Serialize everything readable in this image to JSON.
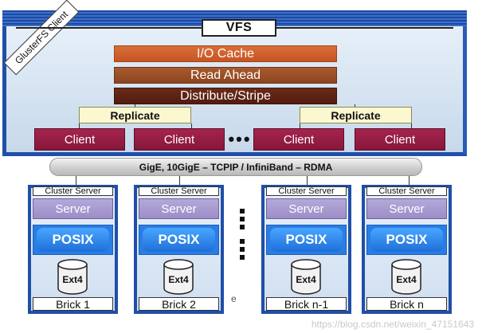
{
  "client_panel": {
    "label": "GlusterFS Client"
  },
  "vfs": "VFS",
  "layers": {
    "io_cache": "I/O Cache",
    "read_ahead": "Read Ahead",
    "distribute": "Distribute/Stripe"
  },
  "replicate": [
    "Replicate",
    "Replicate"
  ],
  "clients": [
    "Client",
    "Client",
    "Client",
    "Client"
  ],
  "ellipsis": "•••",
  "network": "GigE, 10GigE – TCPIP / InfiniBand – RDMA",
  "stacks": [
    {
      "cluster_server": "Cluster Server",
      "server": "Server",
      "posix": "POSIX",
      "fs": "Ext4",
      "brick": "Brick 1"
    },
    {
      "cluster_server": "Cluster Server",
      "server": "Server",
      "posix": "POSIX",
      "fs": "Ext4",
      "brick": "Brick 2"
    },
    {
      "cluster_server": "Cluster Server",
      "server": "Server",
      "posix": "POSIX",
      "fs": "Ext4",
      "brick": "Brick n-1"
    },
    {
      "cluster_server": "Cluster Server",
      "server": "Server",
      "posix": "POSIX",
      "fs": "Ext4",
      "brick": "Brick n"
    }
  ],
  "stray_text": "e",
  "watermark": "https://blog.csdn.net/weixin_47151643"
}
